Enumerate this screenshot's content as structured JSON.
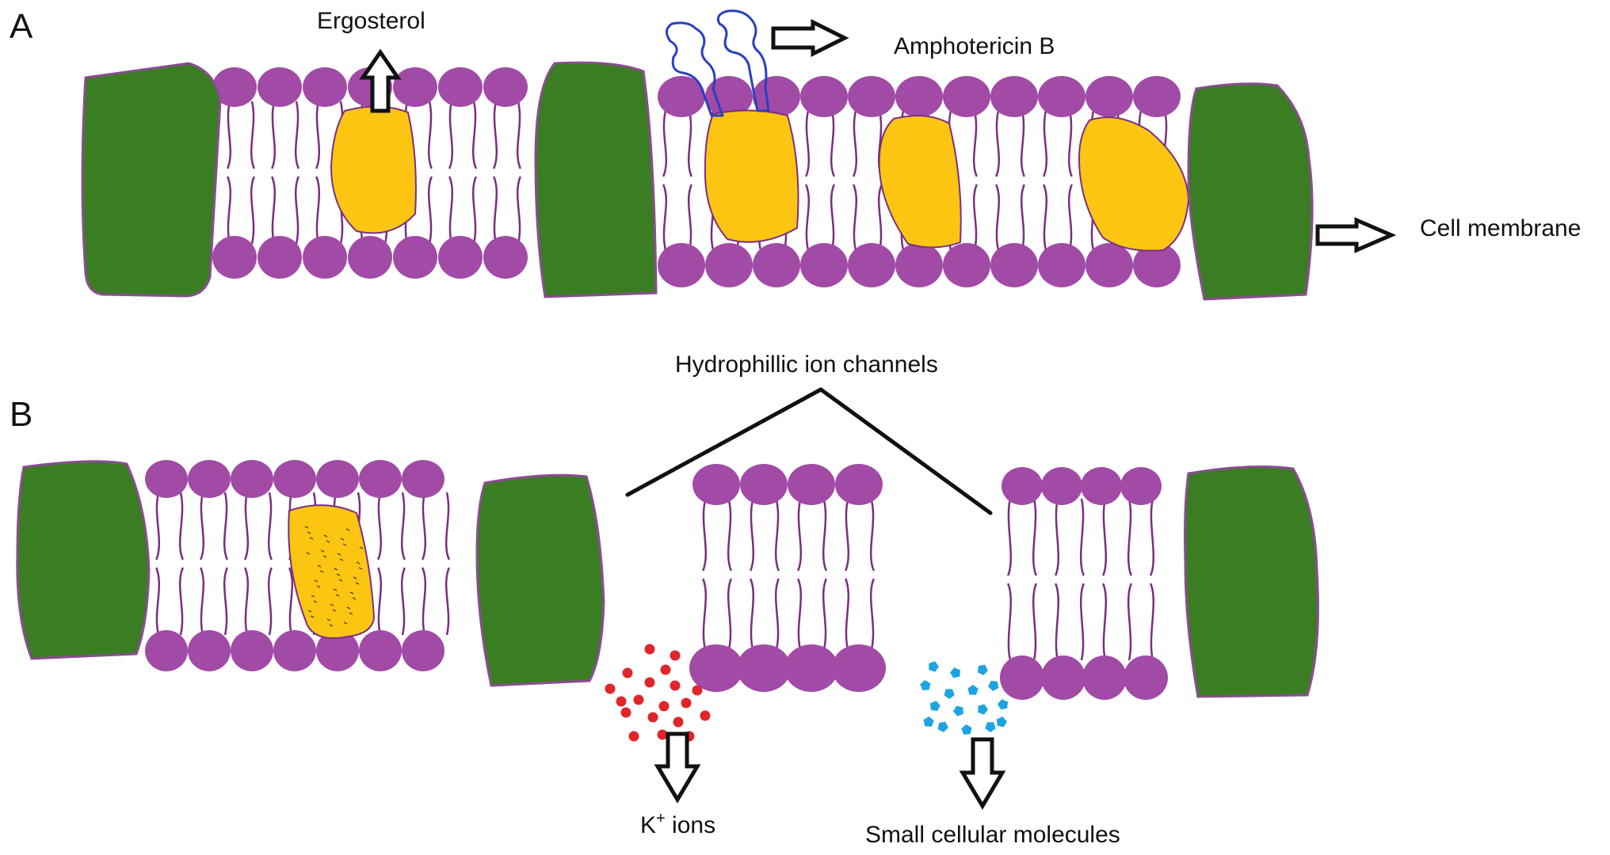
{
  "panels": [
    {
      "letter": "A"
    },
    {
      "letter": "B"
    }
  ],
  "labels": {
    "ergosterol": "Ergosterol",
    "amphotericin_b": "Amphotericin B",
    "cell_membrane": "Cell membrane",
    "hydrophilic_channels": "Hydrophillic ion channels",
    "k_ions_main": "K",
    "k_ions_sup": "+",
    "k_ions_rest": " ions",
    "small_molecules": "Small cellular molecules"
  },
  "colors": {
    "protein": "#3a7d22",
    "protein_outline": "#8a4d92",
    "lipid_head": "#a14aa6",
    "lipid_tail": "#7a2f82",
    "ergosterol": "#fcc512",
    "amphotericin": "#2b40c0",
    "k_ions": "#e0262a",
    "molecules": "#1da4e0",
    "line": "#111111"
  }
}
